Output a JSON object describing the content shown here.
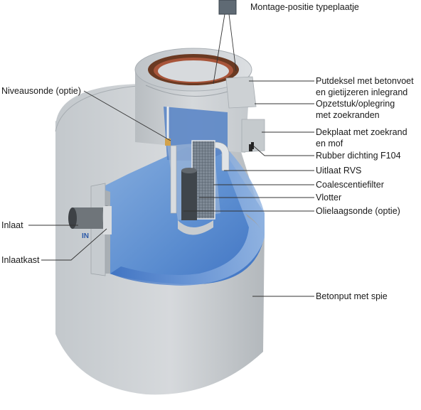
{
  "labels": {
    "typeplaatje": "Montage-positie typeplaatje",
    "putdeksel": [
      "Putdeksel met betonvoet",
      "en gietijzeren inlegrand"
    ],
    "opzetstuk": [
      "Opzetstuk/oplegring",
      "met zoekranden"
    ],
    "dekplaat": [
      "Dekplaat met zoekrand",
      "en mof"
    ],
    "rubber": "Rubber dichting F104",
    "uitlaat": "Uitlaat RVS",
    "coalescentiefilter": "Coalescentiefilter",
    "vlotter": "Vlotter",
    "olielaagsonde": "Olielaagsonde (optie)",
    "betonput": "Betonput met spie",
    "niveausonde": "Niveausonde (optie)",
    "inlaat": "Inlaat",
    "inlaatkast": "Inlaatkast"
  },
  "marks": {
    "inlet_tag": "IN"
  },
  "colors": {
    "concrete_light": "#cfd3d6",
    "concrete_mid": "#b9bec2",
    "concrete_dark": "#9ea4a9",
    "water_light": "#7fa6d8",
    "water_dark": "#3f74c4",
    "cast_iron_rim": "#6b3a22",
    "leader_line": "#333333"
  }
}
